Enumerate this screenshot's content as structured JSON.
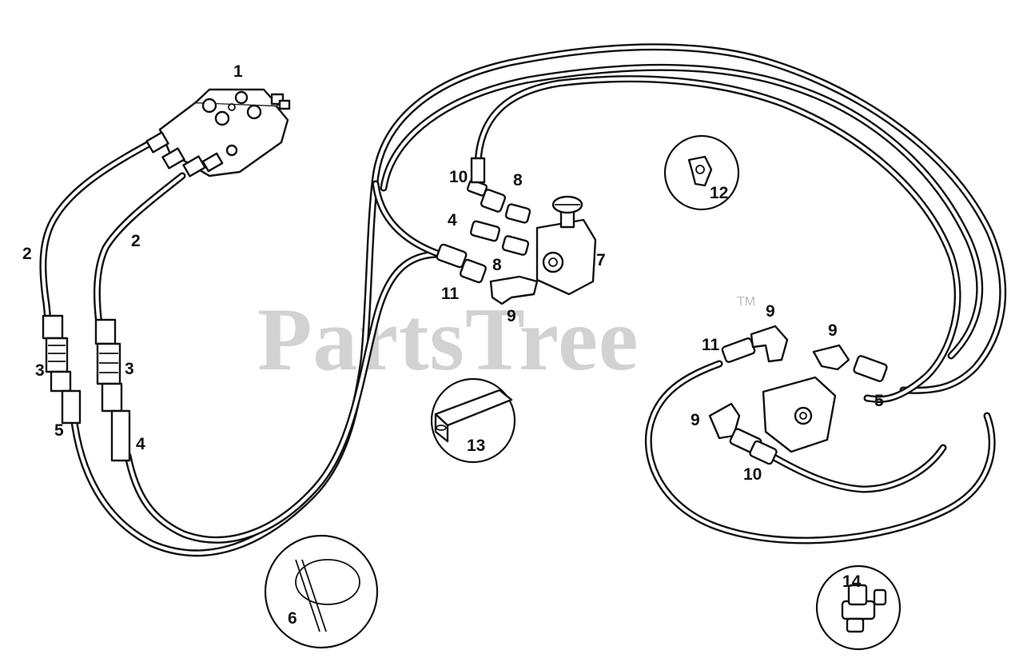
{
  "watermark": {
    "text": "PartsTree",
    "trademark": "TM"
  },
  "part_labels": {
    "p1": "1",
    "p2a": "2",
    "p2b": "2",
    "p3a": "3",
    "p3b": "3",
    "p4a": "4",
    "p4b": "4",
    "p5a": "5",
    "p5b": "5",
    "p6": "6",
    "p7": "7",
    "p8a": "8",
    "p8b": "8",
    "p9a": "9",
    "p9b": "9",
    "p9c": "9",
    "p9d": "9",
    "p10a": "10",
    "p10b": "10",
    "p11a": "11",
    "p11b": "11",
    "p12": "12",
    "p13": "13",
    "p14": "14"
  }
}
